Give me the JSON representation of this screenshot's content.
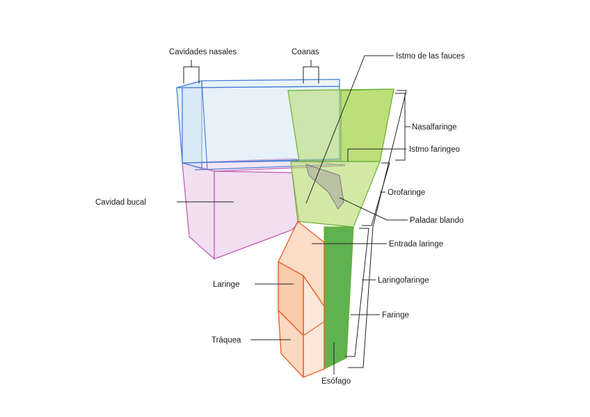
{
  "labels": {
    "cavidades_nasales": "Cavidades nasales",
    "coanas": "Coanas",
    "istmo_fauces": "Istmo de las fauces",
    "nasalfaringe": "Nasalfaringe",
    "istmo_faringeo": "Istmo faringeo",
    "cavidad_bucal": "Cavidad bucal",
    "orofaringe": "Orofaringe",
    "paladar_blando": "Paladar blando",
    "entrada_laringe": "Entrada laringe",
    "laringe": "Laringe",
    "laringofaringe": "Laringofaringe",
    "faringe": "Faringe",
    "traquea": "Tráquea",
    "esofago": "Esófago"
  },
  "colors": {
    "nasal": "#4a7fd8",
    "nasal_fill": "#cfe4f4",
    "oral": "#c45fb5",
    "oral_fill": "#ecd3ec",
    "pharynx": "#6cb035",
    "pharynx_fill": "#b4db6a",
    "larynx": "#e9622a",
    "larynx_fill": "#f7b98e",
    "esophagus_fill": "#4fa83c"
  }
}
